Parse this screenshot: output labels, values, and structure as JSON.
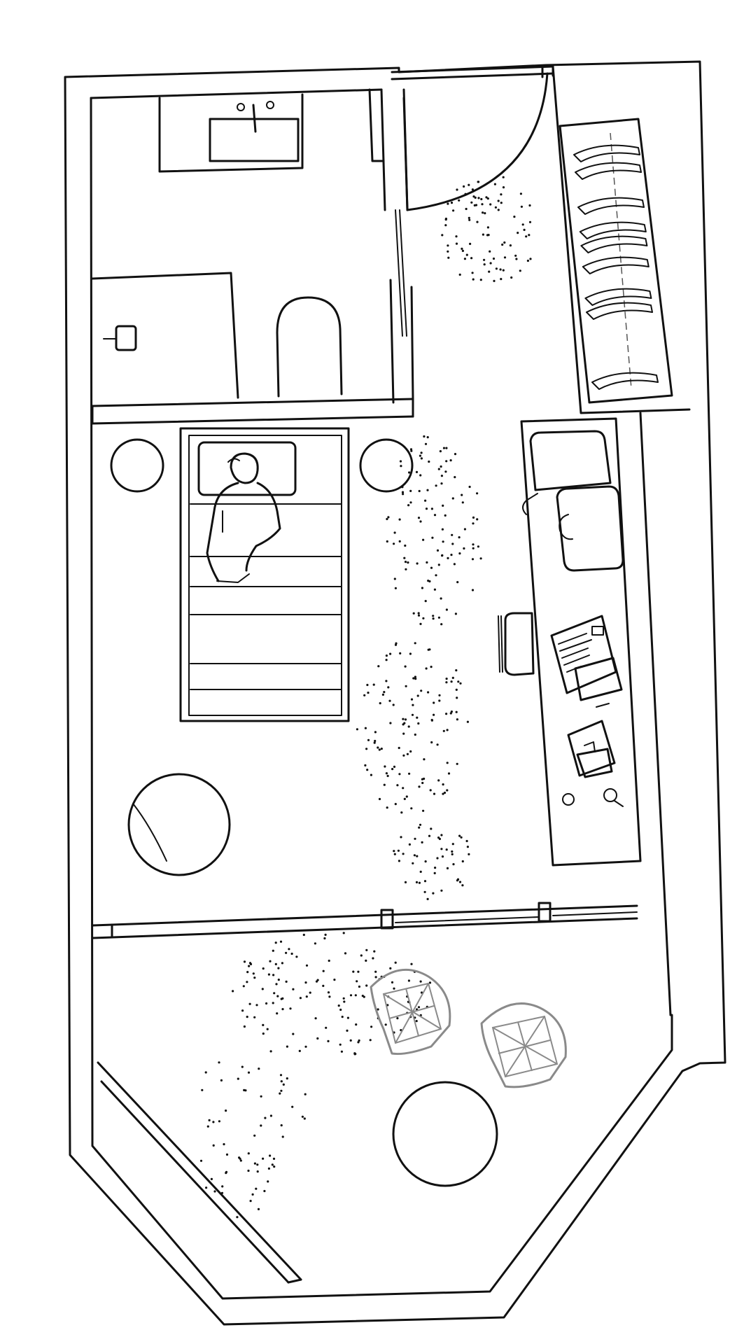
{
  "title": "",
  "colors": {
    "line": "#111111",
    "chair_line": "#8a8a8a",
    "background": "#ffffff"
  },
  "elements": [
    "exterior-wall",
    "bathroom",
    "bathroom-sink",
    "shower",
    "toilet",
    "entry-door",
    "wardrobe",
    "bed",
    "sleeping-person",
    "nightstand",
    "desk",
    "desk-chair",
    "open-book",
    "round-table",
    "glass-partition",
    "terrace",
    "lounge-chair",
    "terrace-table"
  ]
}
